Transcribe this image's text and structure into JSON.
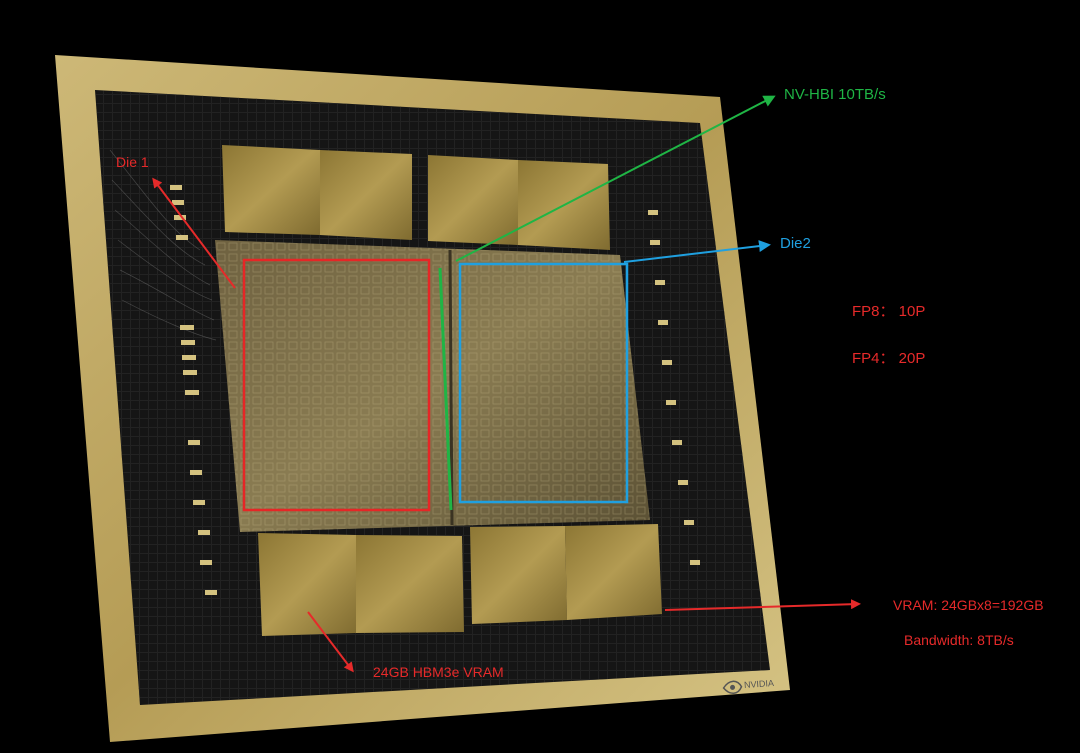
{
  "colors": {
    "background": "#000000",
    "frame_gold": "#c2ac6a",
    "substrate": "#141414",
    "hbm_gold": "#a68d44",
    "die_surface": "#6b5f3c",
    "die1_box": "#e62626",
    "die2_box": "#1fa0e0",
    "nvhbi_line": "#1fb545",
    "annotation_red": "#e62a2a"
  },
  "labels": {
    "die1": "Die 1",
    "die2": "Die2",
    "nvhbi": "NV-HBI 10TB/s",
    "fp8": "FP8：  10P",
    "fp4": "FP4：  20P",
    "vram": "VRAM: 24GBx8=192GB",
    "bandwidth": "Bandwidth:  8TB/s",
    "hbm": "24GB HBM3e VRAM",
    "brand": "NVIDIA"
  },
  "icons": {
    "brand_logo": "nvidia-logo-icon"
  }
}
